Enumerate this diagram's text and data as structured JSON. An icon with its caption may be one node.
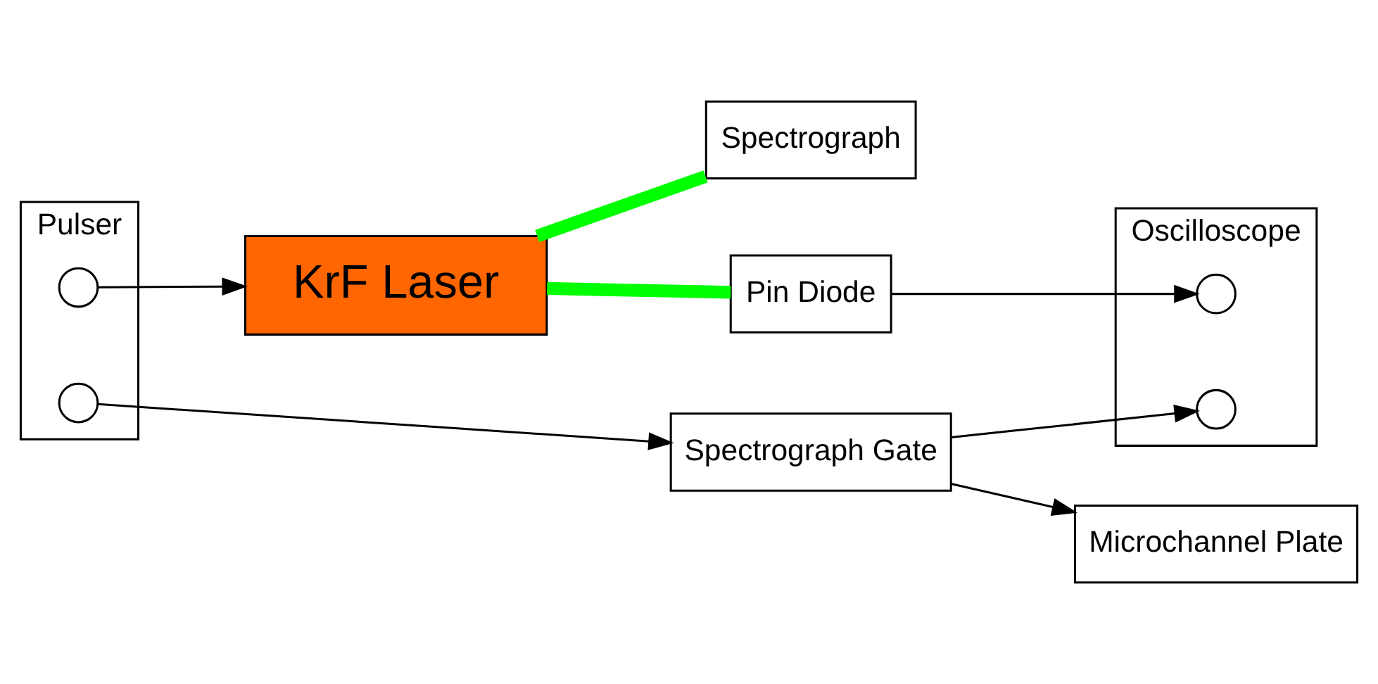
{
  "diagram": {
    "nodes": [
      {
        "text": [
          "Pulser"
        ]
      },
      {
        "text": [],
        "shape": "circle",
        "in": 0
      },
      {
        "text": [],
        "shape": "circle",
        "in": 0
      },
      {
        "text": [
          "Spectrograph Gate"
        ]
      },
      {
        "text": [
          "Oscilloscope"
        ]
      },
      {
        "text": [],
        "shape": "circle",
        "in": 4
      },
      {
        "text": [],
        "shape": "circle",
        "in": 4
      },
      {
        "text": [
          "Microchannel Plate"
        ]
      },
      {
        "text": [
          "Spectrograph"
        ]
      },
      {
        "text": [
          "KrF Laser"
        ]
      },
      {
        "text": [
          "Pin Diode"
        ]
      }
    ],
    "edges": [
      {
        "from": 2,
        "to": 3,
        "arrow": "to"
      },
      {
        "from": 3,
        "to": 6,
        "arrow": "to"
      },
      {
        "from": 3,
        "to": 7,
        "arrow": "to"
      },
      {
        "from": 1,
        "to": 9,
        "arrow": "to"
      },
      {
        "from": 10,
        "to": 5,
        "arrow": "to"
      },
      {
        "from": 9,
        "to": 10,
        "arrow": "none",
        "style": "thick",
        "color": "#00ff00"
      },
      {
        "from": 9,
        "to": 8,
        "arrow": "none",
        "style": "thick",
        "color": "#00ff00"
      }
    ]
  }
}
